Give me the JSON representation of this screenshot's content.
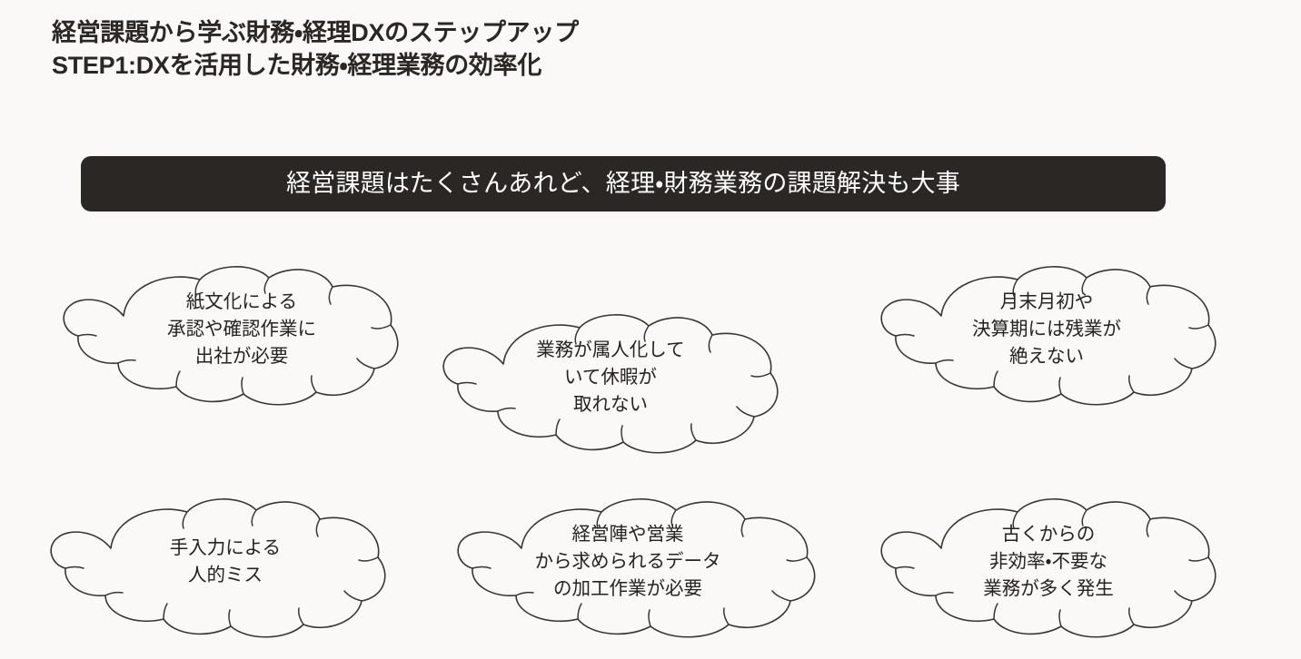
{
  "page": {
    "background_color": "#faf9f7",
    "text_color": "#2b2724"
  },
  "title": {
    "line1": "経営課題から学ぶ財務・経理DXのステップアップ",
    "line2": "STEP1:DXを活用した財務・経理業務の効率化"
  },
  "banner": {
    "text": "経営課題はたくさんあれど、経理・財務業務の課題解決も大事",
    "background_color": "#2b2724",
    "text_color": "#ffffff"
  },
  "clouds": [
    {
      "id": "cloud-paper-culture",
      "lines": [
        "紙文化による",
        "承認や確認作業に",
        "出社が必要"
      ]
    },
    {
      "id": "cloud-personalized-work",
      "lines": [
        "業務が属人化して",
        "いて休暇が",
        "取れない"
      ]
    },
    {
      "id": "cloud-overtime",
      "lines": [
        "月末月初や",
        "決算期には残業が",
        "絶えない"
      ]
    },
    {
      "id": "cloud-manual-input-errors",
      "lines": [
        "手入力による",
        "人的ミス"
      ]
    },
    {
      "id": "cloud-data-processing",
      "lines": [
        "経営陣や営業",
        "から求められるデータ",
        "の加工作業が必要"
      ]
    },
    {
      "id": "cloud-legacy-work",
      "lines": [
        "古くからの",
        "非効率・不要な",
        "業務が多く発生"
      ]
    }
  ]
}
